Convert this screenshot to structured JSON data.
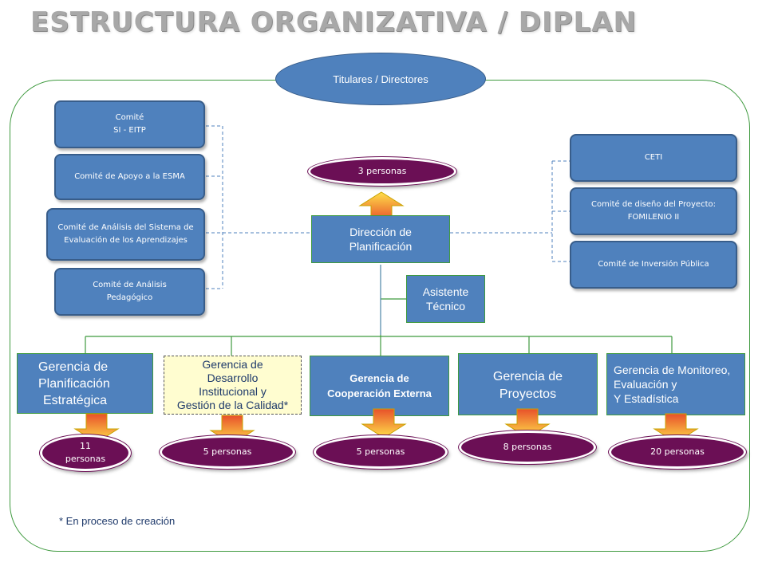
{
  "title": "ESTRUCTURA ORGANIZATIVA / DIPLAN",
  "top_oval": "Titulares / Directores",
  "left_committees": [
    {
      "line1": "Comité",
      "line2": "SI - EITP"
    },
    {
      "line1": "Comité  de  Apoyo a  la ESMA",
      "line2": ""
    },
    {
      "line1": "Comité de Análisis del Sistema de",
      "line2": "Evaluación de los Aprendizajes"
    },
    {
      "line1": "Comité  de  Análisis",
      "line2": "Pedagógico"
    }
  ],
  "right_committees": [
    {
      "line1": "CETI",
      "line2": ""
    },
    {
      "line1": "Comité  de  diseño del Proyecto:",
      "line2": "FOMILENIO II"
    },
    {
      "line1": "Comité de Inversión  Pública",
      "line2": ""
    }
  ],
  "direccion": {
    "line1": "Dirección de",
    "line2": "Planificación",
    "staff": "3 personas"
  },
  "asistente": {
    "line1": "Asistente",
    "line2": "Técnico"
  },
  "gerencias": [
    {
      "lines": [
        "Gerencia de",
        "Planificación",
        " Estratégica"
      ],
      "staff": [
        "11",
        "personas"
      ]
    },
    {
      "lines": [
        "Gerencia de",
        "Desarrollo",
        "Institucional y",
        "Gestión de la Calidad*"
      ],
      "staff": [
        "5 personas"
      ]
    },
    {
      "lines": [
        "Gerencia de",
        "Cooperación Externa"
      ],
      "staff": [
        "5 personas"
      ]
    },
    {
      "lines": [
        "Gerencia de",
        "Proyectos"
      ],
      "staff": [
        "8  personas"
      ]
    },
    {
      "lines": [
        "Gerencia de Monitoreo,",
        "Evaluación y",
        "Y Estadística"
      ],
      "staff": [
        "20 personas"
      ]
    }
  ],
  "footnote": "* En proceso de creación",
  "colors": {
    "box_blue": "#4f81bd",
    "pill_purple": "#6b0f55",
    "frame_green": "#3f9a3f",
    "dashed_light": "#fffdd0"
  }
}
